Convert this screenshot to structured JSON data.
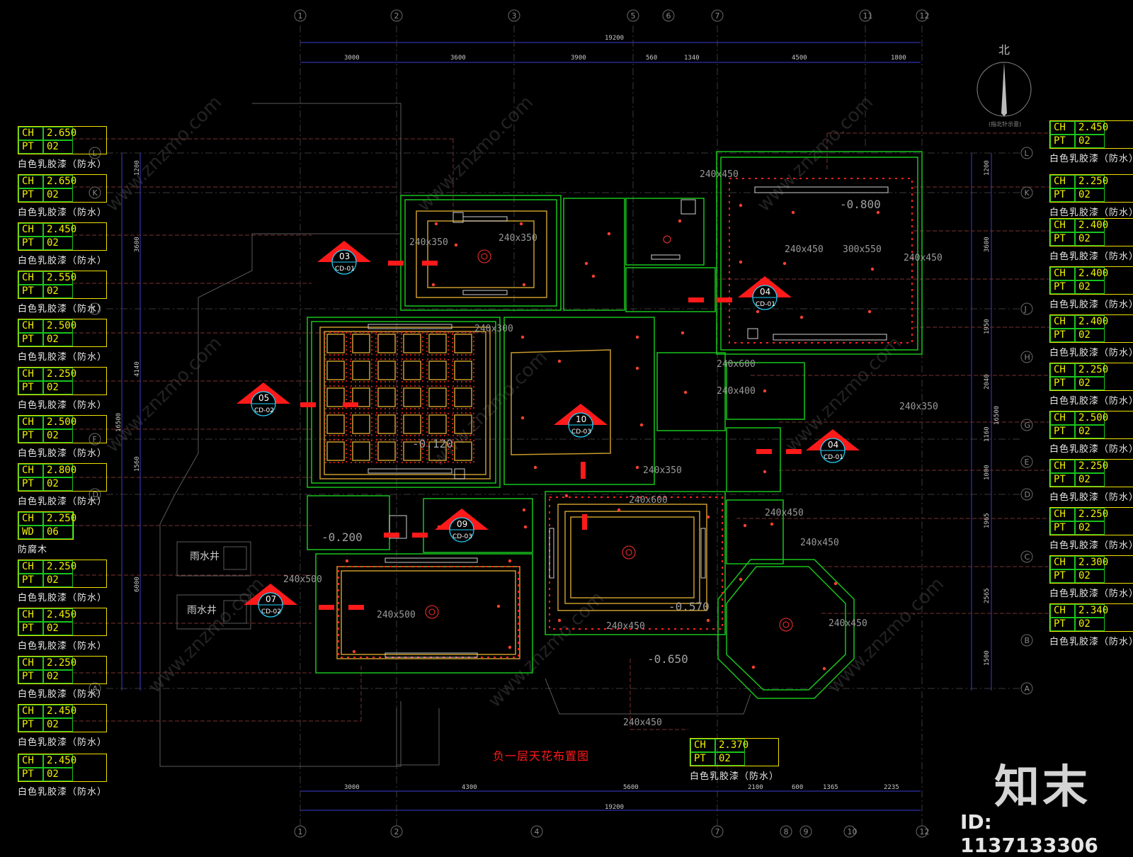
{
  "plan_title": "负一层天花布置图",
  "north_label": "北",
  "north_note": "(指北针示意)",
  "brand": "知末",
  "image_id": "ID: 1137133306",
  "watermark": "www.znzmo.com",
  "top_axis_labels": [
    "1",
    "2",
    "3",
    "5",
    "6",
    "7",
    "11",
    "12"
  ],
  "bottom_axis_labels": [
    "1",
    "2",
    "4",
    "7",
    "8",
    "9",
    "10",
    "12"
  ],
  "left_axis_labels": [
    "L",
    "K",
    "J",
    "F",
    "D",
    "A"
  ],
  "right_axis_labels": [
    "L",
    "K",
    "J",
    "H",
    "G",
    "E",
    "D",
    "C",
    "B",
    "A"
  ],
  "top_total_dim": "19200",
  "top_dims": [
    "3000",
    "3600",
    "3900",
    "560",
    "1340",
    "4500",
    "1800"
  ],
  "bottom_total_dim": "19200",
  "bottom_dims": [
    "3000",
    "4300",
    "5600",
    "2100",
    "600",
    "1365",
    "2235"
  ],
  "left_dims": [
    "1200",
    "3600",
    "4140",
    "1560",
    "6000"
  ],
  "left_total_dim": "16500",
  "right_dims": [
    "1200",
    "3600",
    "1950",
    "2040",
    "1160",
    "1000",
    "1965",
    "2565",
    "1500"
  ],
  "right_total_dim": "16500",
  "level_marks": [
    "-0.800",
    "-0.120",
    "-0.200",
    "-0.570",
    "-0.650"
  ],
  "room_dims": [
    "240x350",
    "240x350",
    "240x450",
    "240x450",
    "240x450",
    "240x300",
    "240x400",
    "240x350",
    "240x600",
    "240x500",
    "240x450",
    "240x450",
    "240x450",
    "300x550",
    "240x350",
    "240x450",
    "240x600",
    "240x500",
    "240x450"
  ],
  "rain_wells": [
    "雨水井",
    "雨水井"
  ],
  "left_tags": [
    {
      "ch": "2.650",
      "pt_label": "PT",
      "pt": "02",
      "note": "白色乳胶漆（防水）"
    },
    {
      "ch": "2.650",
      "pt_label": "PT",
      "pt": "02",
      "note": "白色乳胶漆（防水）"
    },
    {
      "ch": "2.450",
      "pt_label": "PT",
      "pt": "02",
      "note": "白色乳胶漆（防水）"
    },
    {
      "ch": "2.550",
      "pt_label": "PT",
      "pt": "02",
      "note": "白色乳胶漆（防水）"
    },
    {
      "ch": "2.500",
      "pt_label": "PT",
      "pt": "02",
      "note": "白色乳胶漆（防水）"
    },
    {
      "ch": "2.250",
      "pt_label": "PT",
      "pt": "02",
      "note": "白色乳胶漆（防水）"
    },
    {
      "ch": "2.500",
      "pt_label": "PT",
      "pt": "02",
      "note": "白色乳胶漆（防水）"
    },
    {
      "ch": "2.800",
      "pt_label": "PT",
      "pt": "02",
      "note": "白色乳胶漆（防水）"
    },
    {
      "ch": "2.250",
      "pt_label": "WD",
      "pt": "06",
      "note": "防腐木"
    },
    {
      "ch": "2.250",
      "pt_label": "PT",
      "pt": "02",
      "note": "白色乳胶漆（防水）"
    },
    {
      "ch": "2.450",
      "pt_label": "PT",
      "pt": "02",
      "note": "白色乳胶漆（防水）"
    },
    {
      "ch": "2.250",
      "pt_label": "PT",
      "pt": "02",
      "note": "白色乳胶漆（防水）"
    },
    {
      "ch": "2.450",
      "pt_label": "PT",
      "pt": "02",
      "note": "白色乳胶漆（防水）"
    },
    {
      "ch": "2.450",
      "pt_label": "PT",
      "pt": "02",
      "note": "白色乳胶漆（防水）"
    }
  ],
  "right_tags": [
    {
      "ch": "2.450",
      "pt_label": "PT",
      "pt": "02",
      "note": "白色乳胶漆（防水）"
    },
    {
      "ch": "2.250",
      "pt_label": "PT",
      "pt": "02",
      "note": "白色乳胶漆（防水）"
    },
    {
      "ch": "2.400",
      "pt_label": "PT",
      "pt": "02",
      "note": "白色乳胶漆（防水）"
    },
    {
      "ch": "2.400",
      "pt_label": "PT",
      "pt": "02",
      "note": "白色乳胶漆（防水）"
    },
    {
      "ch": "2.400",
      "pt_label": "PT",
      "pt": "02",
      "note": "白色乳胶漆（防水）"
    },
    {
      "ch": "2.250",
      "pt_label": "PT",
      "pt": "02",
      "note": "白色乳胶漆（防水）"
    },
    {
      "ch": "2.500",
      "pt_label": "PT",
      "pt": "02",
      "note": "白色乳胶漆（防水）"
    },
    {
      "ch": "2.250",
      "pt_label": "PT",
      "pt": "02",
      "note": "白色乳胶漆（防水）"
    },
    {
      "ch": "2.250",
      "pt_label": "PT",
      "pt": "02",
      "note": "白色乳胶漆（防水）"
    },
    {
      "ch": "2.300",
      "pt_label": "PT",
      "pt": "02",
      "note": "白色乳胶漆（防水）"
    },
    {
      "ch": "2.340",
      "pt_label": "PT",
      "pt": "02",
      "note": "白色乳胶漆（防水）"
    }
  ],
  "bottom_tag": {
    "ch": "2.370",
    "pt_label": "PT",
    "pt": "02",
    "note": "白色乳胶漆（防水）"
  },
  "section_markers": [
    {
      "num": "03",
      "ref": "CD-01"
    },
    {
      "num": "05",
      "ref": "CD-02"
    },
    {
      "num": "07",
      "ref": "CD-02"
    },
    {
      "num": "09",
      "ref": "CD-03"
    },
    {
      "num": "10",
      "ref": "CD-03"
    },
    {
      "num": "04",
      "ref": "CD-01"
    },
    {
      "num": "04",
      "ref": "CD-01"
    }
  ],
  "colors": {
    "background": "#000000",
    "wall": "#19c41d",
    "ceiling": "#c79a2c",
    "marker": "#ff2020",
    "dim": "#3b3bd8",
    "tag": "#f0f000"
  }
}
